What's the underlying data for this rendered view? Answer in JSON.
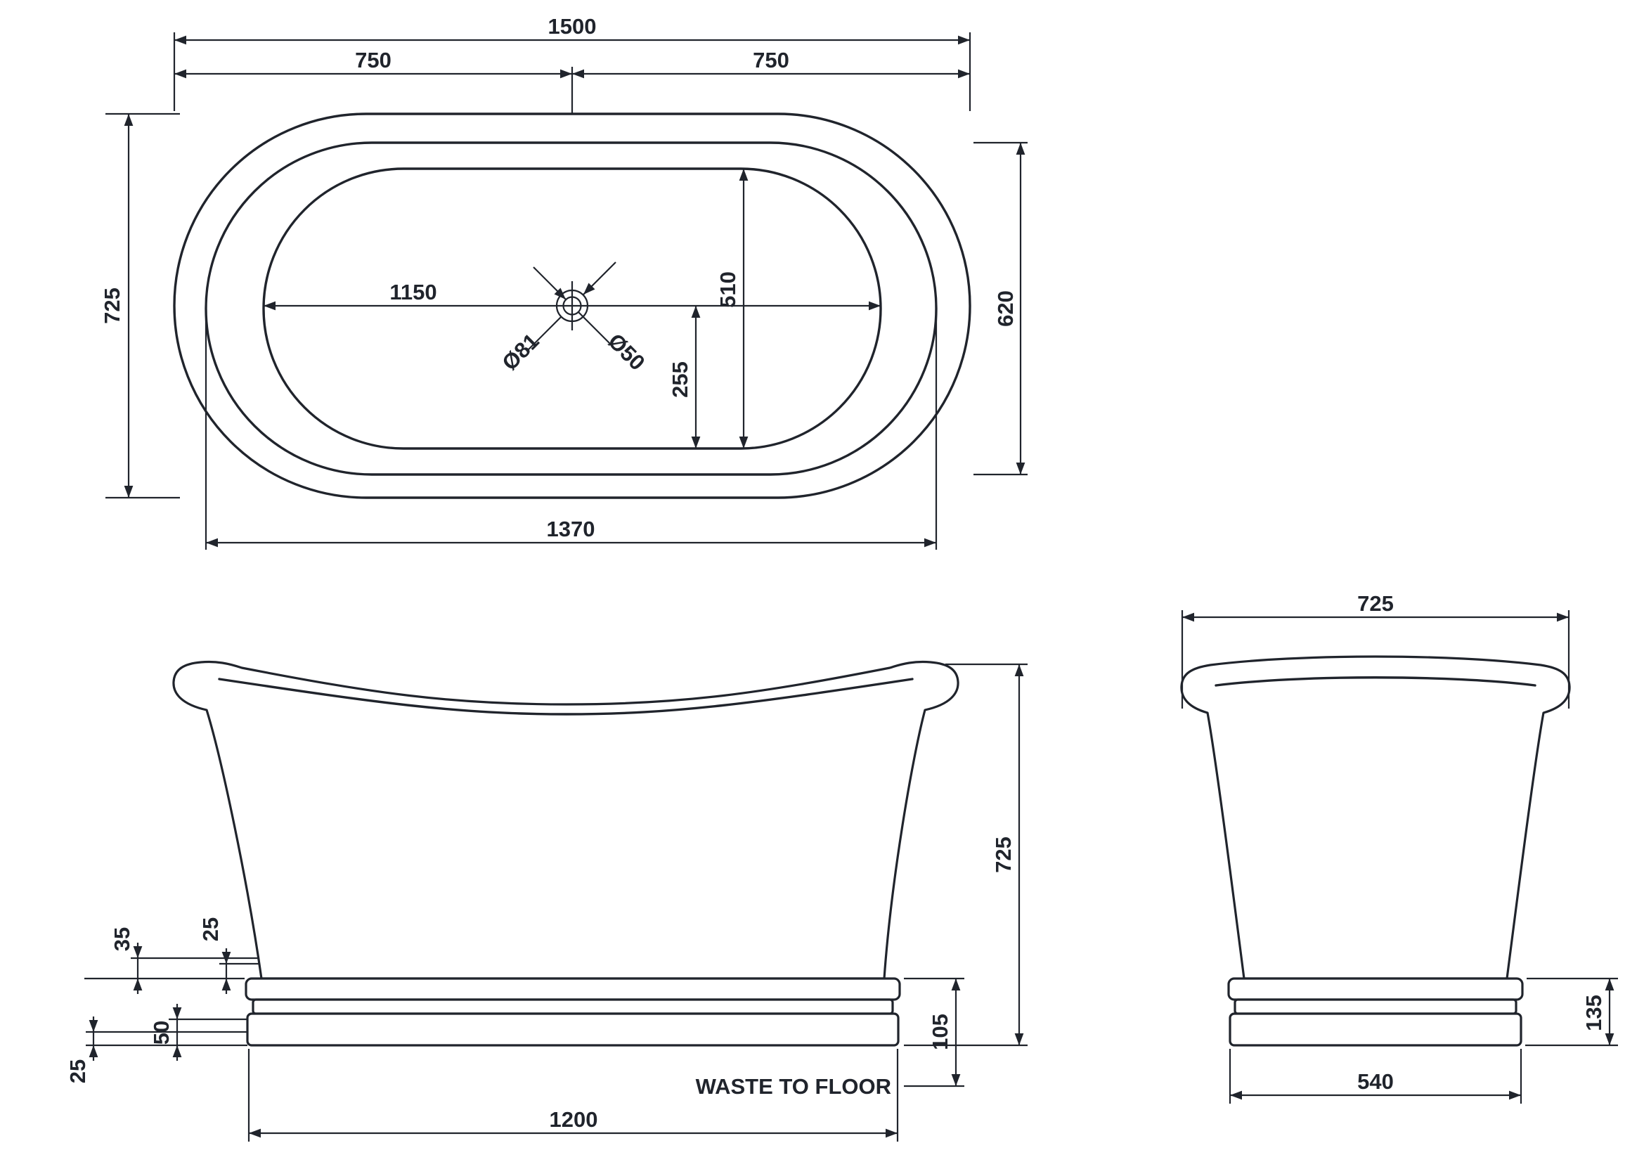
{
  "colors": {
    "ink": "#20242c",
    "background": "#ffffff"
  },
  "views": {
    "plan": {
      "dims": {
        "overall_length": "1500",
        "half_length_left": "750",
        "half_length_right": "750",
        "overall_width": "725",
        "rim_width": "620",
        "body_length": "1370",
        "interior_length": "1150",
        "interior_width": "510",
        "waste_offset": "255",
        "waste_flange_diameter": "Ø81",
        "waste_diameter": "Ø50"
      }
    },
    "side": {
      "dims": {
        "height": "725",
        "skirt_height": "35",
        "skirt_step": "25",
        "plinth_band": "50",
        "plinth_step": "25",
        "waste_to_floor_height": "105",
        "base_length": "1200"
      },
      "labels": {
        "waste_to_floor": "WASTE TO FLOOR"
      }
    },
    "end": {
      "dims": {
        "width": "725",
        "plinth_height": "135",
        "base_width": "540"
      }
    }
  }
}
